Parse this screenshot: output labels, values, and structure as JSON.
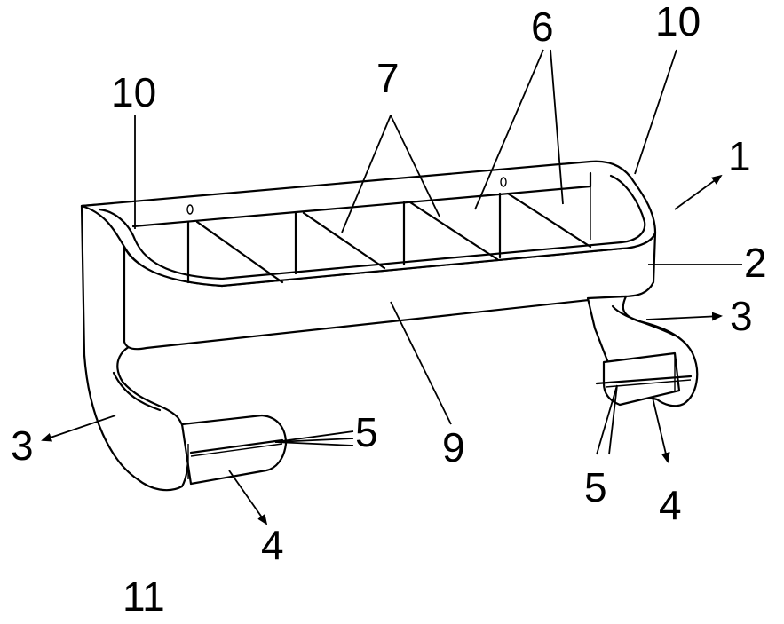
{
  "labels": {
    "l1": "1",
    "l2": "2",
    "l3_right": "3",
    "l3_left": "3",
    "l4_left": "4",
    "l4_right": "4",
    "l5_left": "5",
    "l5_right": "5",
    "l6": "6",
    "l7": "7",
    "l9": "9",
    "l10_left": "10",
    "l10_right": "10",
    "l11": "11"
  },
  "colors": {
    "line": "#000000",
    "background": "#ffffff"
  }
}
